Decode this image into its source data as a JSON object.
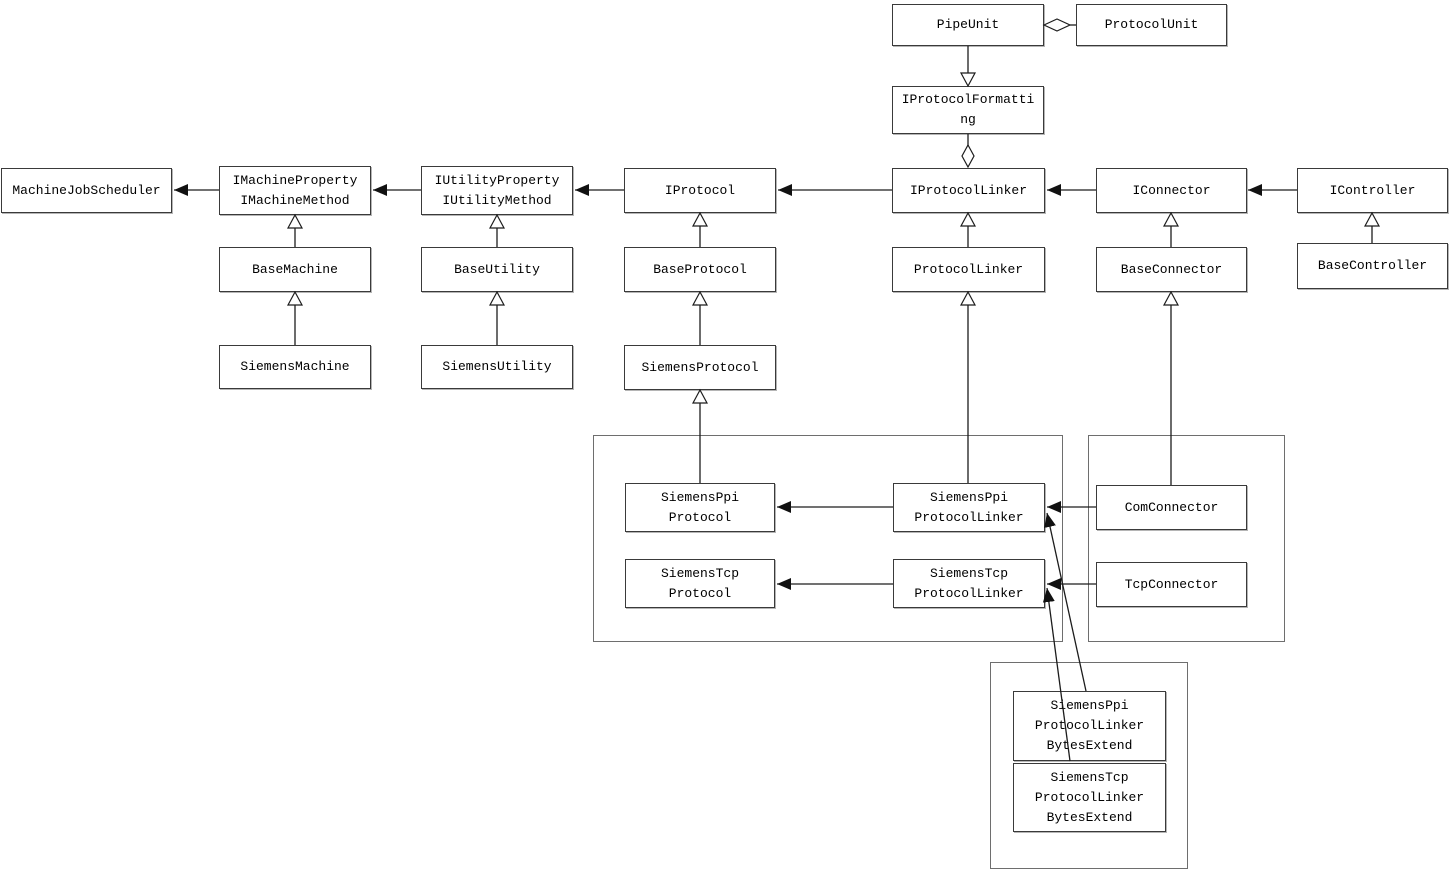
{
  "diagram_type": "uml-class-diagram",
  "colors": {
    "background": "#ffffff",
    "box_border": "#3a3a3a",
    "group_border": "#6e6e6e",
    "line": "#1c1c1c",
    "text": "#000000"
  },
  "nodes": {
    "pipe_unit": {
      "label": "PipeUnit"
    },
    "protocol_unit": {
      "label": "ProtocolUnit"
    },
    "iprotocol_formatting": {
      "label": "IProtocolFormatti\nng"
    },
    "machine_job_scheduler": {
      "label": "MachineJobScheduler"
    },
    "imachine": {
      "label": "IMachineProperty\nIMachineMethod"
    },
    "iutility": {
      "label": "IUtilityProperty\nIUtilityMethod"
    },
    "iprotocol": {
      "label": "IProtocol"
    },
    "iprotocol_linker": {
      "label": "IProtocolLinker"
    },
    "iconnector": {
      "label": "IConnector"
    },
    "icontroller": {
      "label": "IController"
    },
    "base_machine": {
      "label": "BaseMachine"
    },
    "base_utility": {
      "label": "BaseUtility"
    },
    "base_protocol": {
      "label": "BaseProtocol"
    },
    "protocol_linker": {
      "label": "ProtocolLinker"
    },
    "base_connector": {
      "label": "BaseConnector"
    },
    "base_controller": {
      "label": "BaseController"
    },
    "siemens_machine": {
      "label": "SiemensMachine"
    },
    "siemens_utility": {
      "label": "SiemensUtility"
    },
    "siemens_protocol": {
      "label": "SiemensProtocol"
    },
    "siemens_ppi_protocol": {
      "label": "SiemensPpi\nProtocol"
    },
    "siemens_ppi_protocol_linker": {
      "label": "SiemensPpi\nProtocolLinker"
    },
    "siemens_tcp_protocol": {
      "label": "SiemensTcp\nProtocol"
    },
    "siemens_tcp_protocol_linker": {
      "label": "SiemensTcp\nProtocolLinker"
    },
    "com_connector": {
      "label": "ComConnector"
    },
    "tcp_connector": {
      "label": "TcpConnector"
    },
    "siemens_ppi_protocol_linker_bytes_extend": {
      "label": "SiemensPpi\nProtocolLinker\nBytesExtend"
    },
    "siemens_tcp_protocol_linker_bytes_extend": {
      "label": "SiemensTcp\nProtocolLinker\nBytesExtend"
    }
  },
  "relationships": {
    "aggregation_pipeunit_protocolunit": "PipeUnit ◇— ProtocolUnit",
    "pipeunit_to_iprotocolformatting": "PipeUnit —▽ IProtocolFormatting",
    "iprotocollinker_aggregates_iprotocolformatting": "IProtocolFormatting —◇ IProtocolLinker",
    "dependency_chain": "IController → IConnector → IProtocolLinker → IProtocol → IUtility → IMachine → MachineJobScheduler",
    "linker_to_protocol": "SiemensPpiProtocolLinker → SiemensPpiProtocol, SiemensTcpProtocolLinker → SiemensTcpProtocol",
    "connector_to_linker": "ComConnector → SiemensPpiProtocolLinker, TcpConnector → SiemensTcpProtocolLinker",
    "generalizations": "Base* extend I*, Siemens* extend Base*, BytesExtend classes extend the ProtocolLinkers"
  }
}
